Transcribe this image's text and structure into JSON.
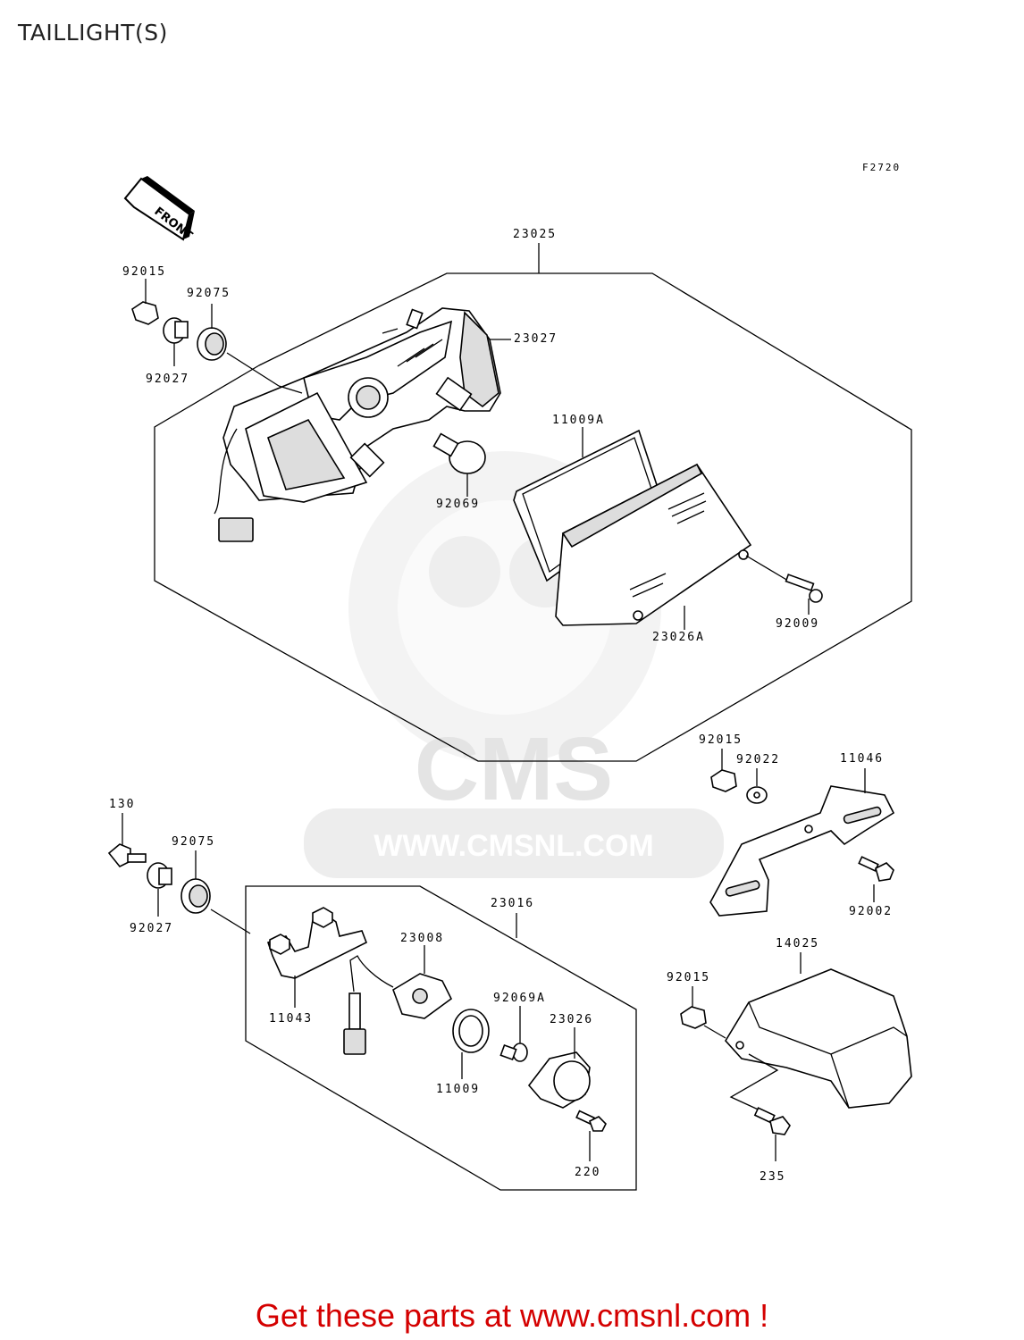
{
  "title": "TAILLIGHT(S)",
  "figure_code": "F2720",
  "front_arrow_label": "FRONT",
  "watermark": {
    "brand": "CMS",
    "url": "WWW.CMSNL.COM"
  },
  "labels": {
    "p23025": "23025",
    "p92015a": "92015",
    "p92075a": "92075",
    "p92027a": "92027",
    "p23027": "23027",
    "p11009A": "11009A",
    "p92069": "92069",
    "p92009": "92009",
    "p23026A": "23026A",
    "p92015b": "92015",
    "p92022": "92022",
    "p11046": "11046",
    "p92002": "92002",
    "p130": "130",
    "p92075b": "92075",
    "p92027b": "92027",
    "p23016": "23016",
    "p23008": "23008",
    "p11043": "11043",
    "p92069A": "92069A",
    "p23026": "23026",
    "p11009": "11009",
    "p220": "220",
    "p14025": "14025",
    "p92015c": "92015",
    "p235": "235"
  },
  "footer": "Get these parts at www.cmsnl.com !",
  "colors": {
    "footer": "#d40000",
    "line": "#000000",
    "watermark": "#e9e9e9"
  }
}
